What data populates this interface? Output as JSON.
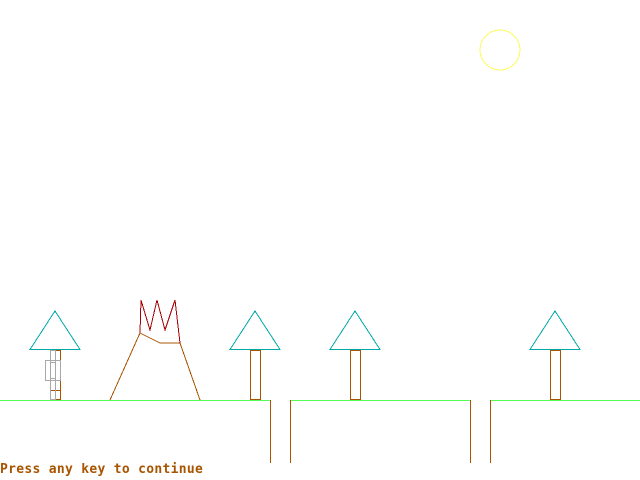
{
  "prompt": "Press any key to continue",
  "colors": {
    "ground": "#54fc54",
    "trunk": "#a85400",
    "foliage": "#00a8a8",
    "sun": "#fcfc54",
    "fire": "#a80000",
    "player": "#a8a8a8"
  },
  "trees": 4,
  "pits": 2
}
